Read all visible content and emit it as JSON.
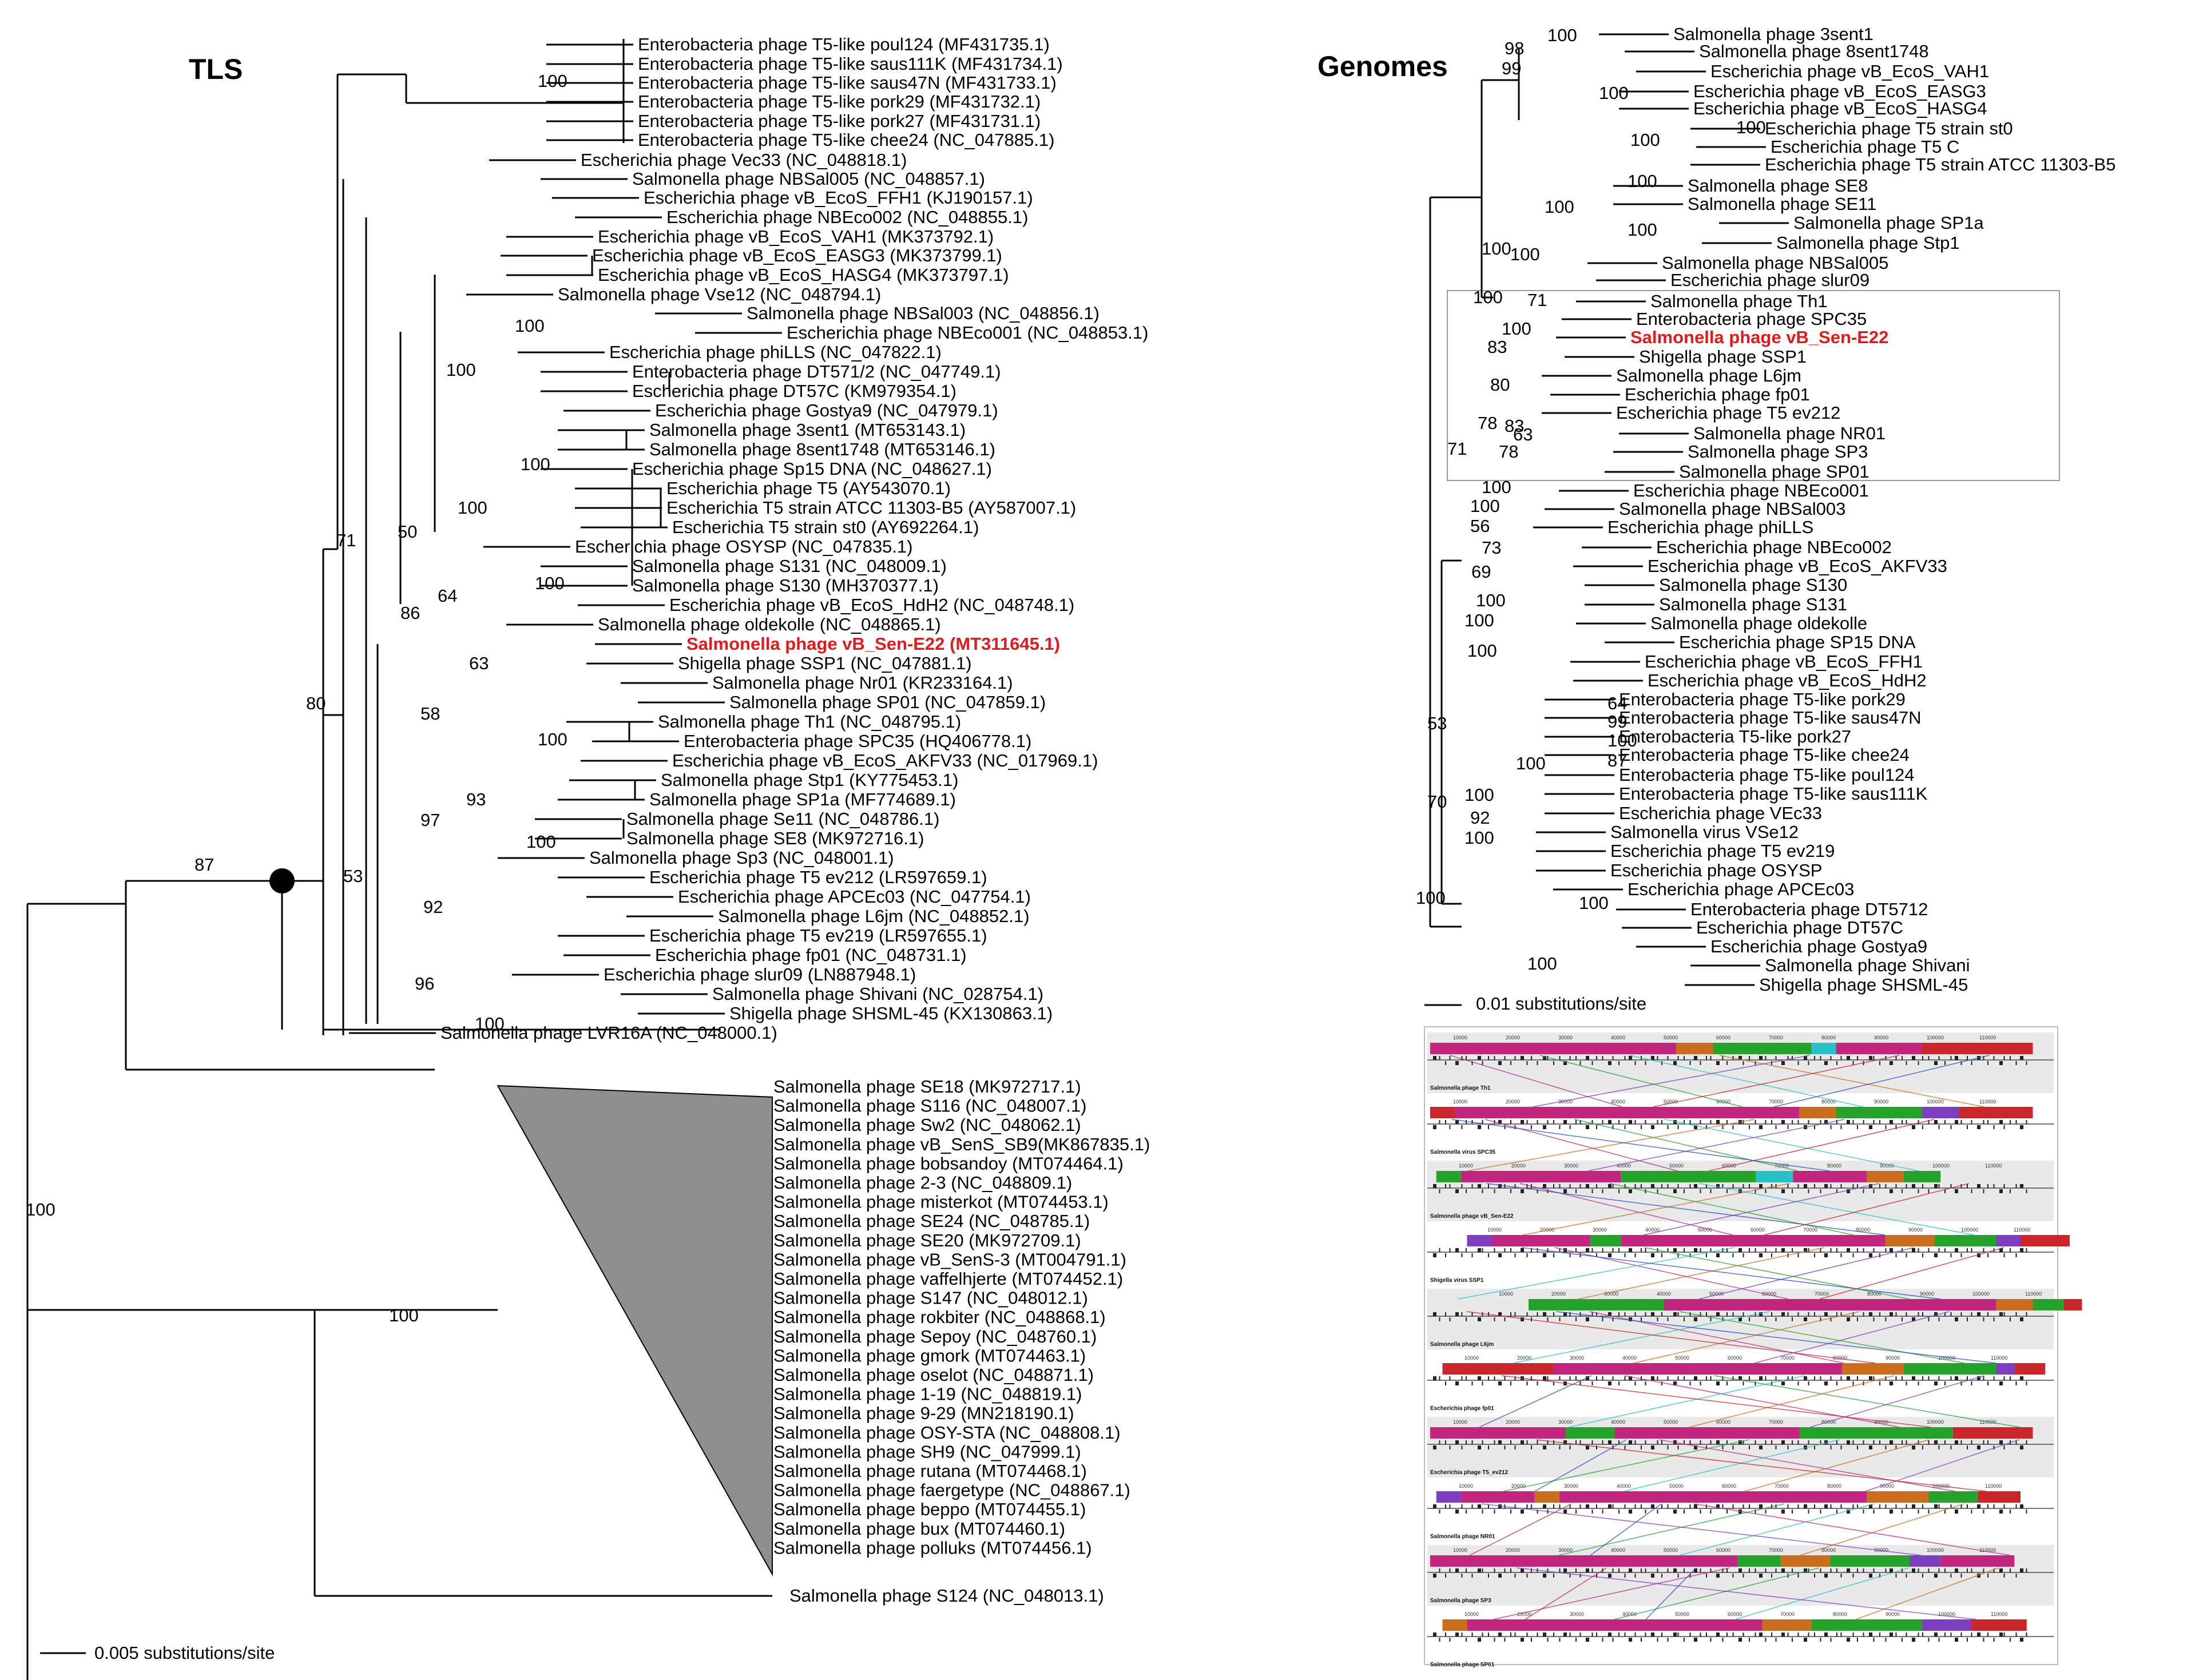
{
  "tls": {
    "title": "TLS",
    "scale_label": "0.005 substitutions/site",
    "leaves": [
      "Enterobacteria phage T5-like poul124 (MF431735.1)",
      "Enterobacteria phage T5-like saus111K (MF431734.1)",
      "Enterobacteria phage T5-like saus47N (MF431733.1)",
      "Enterobacteria phage T5-like pork29 (MF431732.1)",
      "Enterobacteria phage T5-like pork27 (MF431731.1)",
      "Enterobacteria phage T5-like chee24 (NC_047885.1)",
      "Escherichia phage Vec33 (NC_048818.1)",
      "Salmonella phage NBSal005 (NC_048857.1)",
      "Escherichia phage vB_EcoS_FFH1 (KJ190157.1)",
      "Escherichia phage NBEco002 (NC_048855.1)",
      "Escherichia phage vB_EcoS_VAH1 (MK373792.1)",
      "Escherichia phage vB_EcoS_EASG3 (MK373799.1)",
      "Escherichia phage vB_EcoS_HASG4 (MK373797.1)",
      "Salmonella phage Vse12 (NC_048794.1)",
      "Salmonella phage NBSal003 (NC_048856.1)",
      "Escherichia phage NBEco001 (NC_048853.1)",
      "Escherichia phage phiLLS (NC_047822.1)",
      "Enterobacteria phage DT571/2 (NC_047749.1)",
      "Escherichia phage DT57C (KM979354.1)",
      "Escherichia phage Gostya9 (NC_047979.1)",
      "Salmonella phage 3sent1 (MT653143.1)",
      "Salmonella phage 8sent1748 (MT653146.1)",
      "Escherichia phage Sp15 DNA (NC_048627.1)",
      "Escherichia phage T5 (AY543070.1)",
      "Escherichia T5 strain ATCC 11303-B5 (AY587007.1)",
      "Escherichia T5 strain st0 (AY692264.1)",
      "Escherichia phage OSYSP (NC_047835.1)",
      "Salmonella phage S131 (NC_048009.1)",
      "Salmonella phage S130 (MH370377.1)",
      "Escherichia phage vB_EcoS_HdH2 (NC_048748.1)",
      "Salmonella phage oldekolle (NC_048865.1)",
      "Salmonella phage vB_Sen-E22 (MT311645.1)",
      "Shigella phage SSP1 (NC_047881.1)",
      "Salmonella phage Nr01 (KR233164.1)",
      "Salmonella phage SP01 (NC_047859.1)",
      "Salmonella phage Th1 (NC_048795.1)",
      "Enterobacteria phage SPC35 (HQ406778.1)",
      "Escherichia phage vB_EcoS_AKFV33 (NC_017969.1)",
      "Salmonella phage Stp1 (KY775453.1)",
      "Salmonella phage SP1a (MF774689.1)",
      "Salmonella phage Se11 (NC_048786.1)",
      "Salmonella phage SE8 (MK972716.1)",
      "Salmonella phage Sp3 (NC_048001.1)",
      "Escherichia phage T5 ev212 (LR597659.1)",
      "Escherichia phage APCEc03 (NC_047754.1)",
      "Salmonella phage L6jm (NC_048852.1)",
      "Escherichia phage T5 ev219 (LR597655.1)",
      "Escherichia phage fp01 (NC_048731.1)",
      "Escherichia phage slur09 (LN887948.1)",
      "Salmonella phage Shivani (NC_028754.1)",
      "Shigella phage SHSML-45 (KX130863.1)",
      "Salmonella phage LVR16A (NC_048000.1)"
    ],
    "collapsed_leaves": [
      "Salmonella phage SE18 (MK972717.1)",
      "Salmonella phage S116 (NC_048007.1)",
      "Salmonella phage Sw2 (NC_048062.1)",
      "Salmonella phage vB_SenS_SB9(MK867835.1)",
      "Salmonella phage bobsandoy (MT074464.1)",
      "Salmonella phage 2-3 (NC_048809.1)",
      "Salmonella phage misterkot (MT074453.1)",
      "Salmonella phage SE24 (NC_048785.1)",
      "Salmonella phage SE20 (MK972709.1)",
      "Salmonella phage vB_SenS-3 (MT004791.1)",
      "Salmonella phage vaffelhjerte (MT074452.1)",
      "Salmonella phage S147 (NC_048012.1)",
      "Salmonella phage rokbiter (NC_048868.1)",
      "Salmonella phage Sepoy (NC_048760.1)",
      "Salmonella phage gmork (MT074463.1)",
      "Salmonella phage oselot (NC_048871.1)",
      "Salmonella phage 1-19 (NC_048819.1)",
      "Salmonella phage 9-29 (MN218190.1)",
      "Salmonella phage OSY-STA (NC_048808.1)",
      "Salmonella phage SH9 (NC_047999.1)",
      "Salmonella phage rutana (MT074468.1)",
      "Salmonella phage faergetype (NC_048867.1)",
      "Salmonella phage beppo (MT074455.1)",
      "Salmonella phage bux (MT074460.1)",
      "Salmonella phage polluks (MT074456.1)"
    ],
    "outgroup": "Salmonella phage S124 (NC_048013.1)",
    "bootstrap": [
      "100",
      "100",
      "100",
      "100",
      "100",
      "50",
      "71",
      "100",
      "64",
      "86",
      "80",
      "63",
      "58",
      "100",
      "93",
      "97",
      "100",
      "53",
      "92",
      "96",
      "100",
      "87",
      "100",
      "100"
    ]
  },
  "genomes": {
    "title": "Genomes",
    "scale_label": "0.01 substitutions/site",
    "leaves": [
      "Salmonella phage 3sent1",
      "Salmonella phage 8sent1748",
      "Escherichia phage vB_EcoS_VAH1",
      "Escherichia phage vB_EcoS_EASG3",
      "Escherichia phage vB_EcoS_HASG4",
      "Escherichia phage T5 strain st0",
      "Escherichia phage T5 C",
      "Escherichia phage T5 strain ATCC 11303-B5",
      "Salmonella phage SE8",
      "Salmonella phage SE11",
      "Salmonella phage SP1a",
      "Salmonella phage Stp1",
      "Salmonella phage NBSal005",
      "Escherichia phage slur09",
      "Salmonella phage Th1",
      "Enterobacteria phage SPC35",
      "Salmonella phage vB_Sen-E22",
      "Shigella phage SSP1",
      "Salmonella phage L6jm",
      "Escherichia phage fp01",
      "Escherichia phage T5 ev212",
      "Salmonella phage NR01",
      "Salmonella phage SP3",
      "Salmonella phage SP01",
      "Escherichia phage NBEco001",
      "Salmonella phage NBSal003",
      "Escherichia phage phiLLS",
      "Escherichia phage NBEco002",
      "Escherichia phage vB_EcoS_AKFV33",
      "Salmonella phage S130",
      "Salmonella phage S131",
      "Salmonella phage oldekolle",
      "Escherichia phage SP15 DNA",
      "Escherichia phage vB_EcoS_FFH1",
      "Escherichia phage vB_EcoS_HdH2",
      "Enterobacteria phage T5-like pork29",
      "Enterobacteria phage T5-like saus47N",
      "Enterobacteria T5-like pork27",
      "Enterobacteria phage T5-like chee24",
      "Enterobacteria phage T5-like poul124",
      "Enterobacteria phage T5-like saus111K",
      "Escherichia phage VEc33",
      "Salmonella virus VSe12",
      "Escherichia phage T5 ev219",
      "Escherichia phage OSYSP",
      "Escherichia phage APCEc03",
      "Enterobacteria phage DT5712",
      "Escherichia phage DT57C",
      "Escherichia phage Gostya9",
      "Salmonella phage Shivani",
      "Shigella phage SHSML-45"
    ],
    "bootstrap": [
      "98",
      "100",
      "99",
      "100",
      "100",
      "100",
      "100",
      "100",
      "100",
      "100",
      "100",
      "100",
      "71",
      "100",
      "83",
      "80",
      "78",
      "63",
      "71",
      "83",
      "78",
      "100",
      "100",
      "56",
      "73",
      "69",
      "100",
      "100",
      "100",
      "64",
      "99",
      "100",
      "87",
      "100",
      "53",
      "100",
      "70",
      "92",
      "100",
      "100",
      "100",
      "100"
    ]
  },
  "alignment": {
    "track_labels": [
      "Salmonella phage Th1",
      "Salmonella virus SPC35",
      "Salmonella phage vB_Sen-E22",
      "Shigella virus SSP1",
      "Salmonella phage L6jm",
      "Escherichia phage fp01",
      "Escherichia phage T5_ev212",
      "Salmonella phage NR01",
      "Salmonella phage SP3",
      "Salmonella phage SP01"
    ],
    "ticks": [
      "10000",
      "20000",
      "30000",
      "40000",
      "50000",
      "60000",
      "70000",
      "80000",
      "90000",
      "100000",
      "110000"
    ],
    "colors": {
      "magenta": "#c2277f",
      "orange": "#c86e1e",
      "green": "#27a22a",
      "purple": "#7d3fbf",
      "red": "#c8282d",
      "cyan": "#29c0c9",
      "blue": "#2a4fd0"
    }
  },
  "colors": {
    "highlight": "#e31a1c",
    "triangle": "#8f8f8f"
  }
}
